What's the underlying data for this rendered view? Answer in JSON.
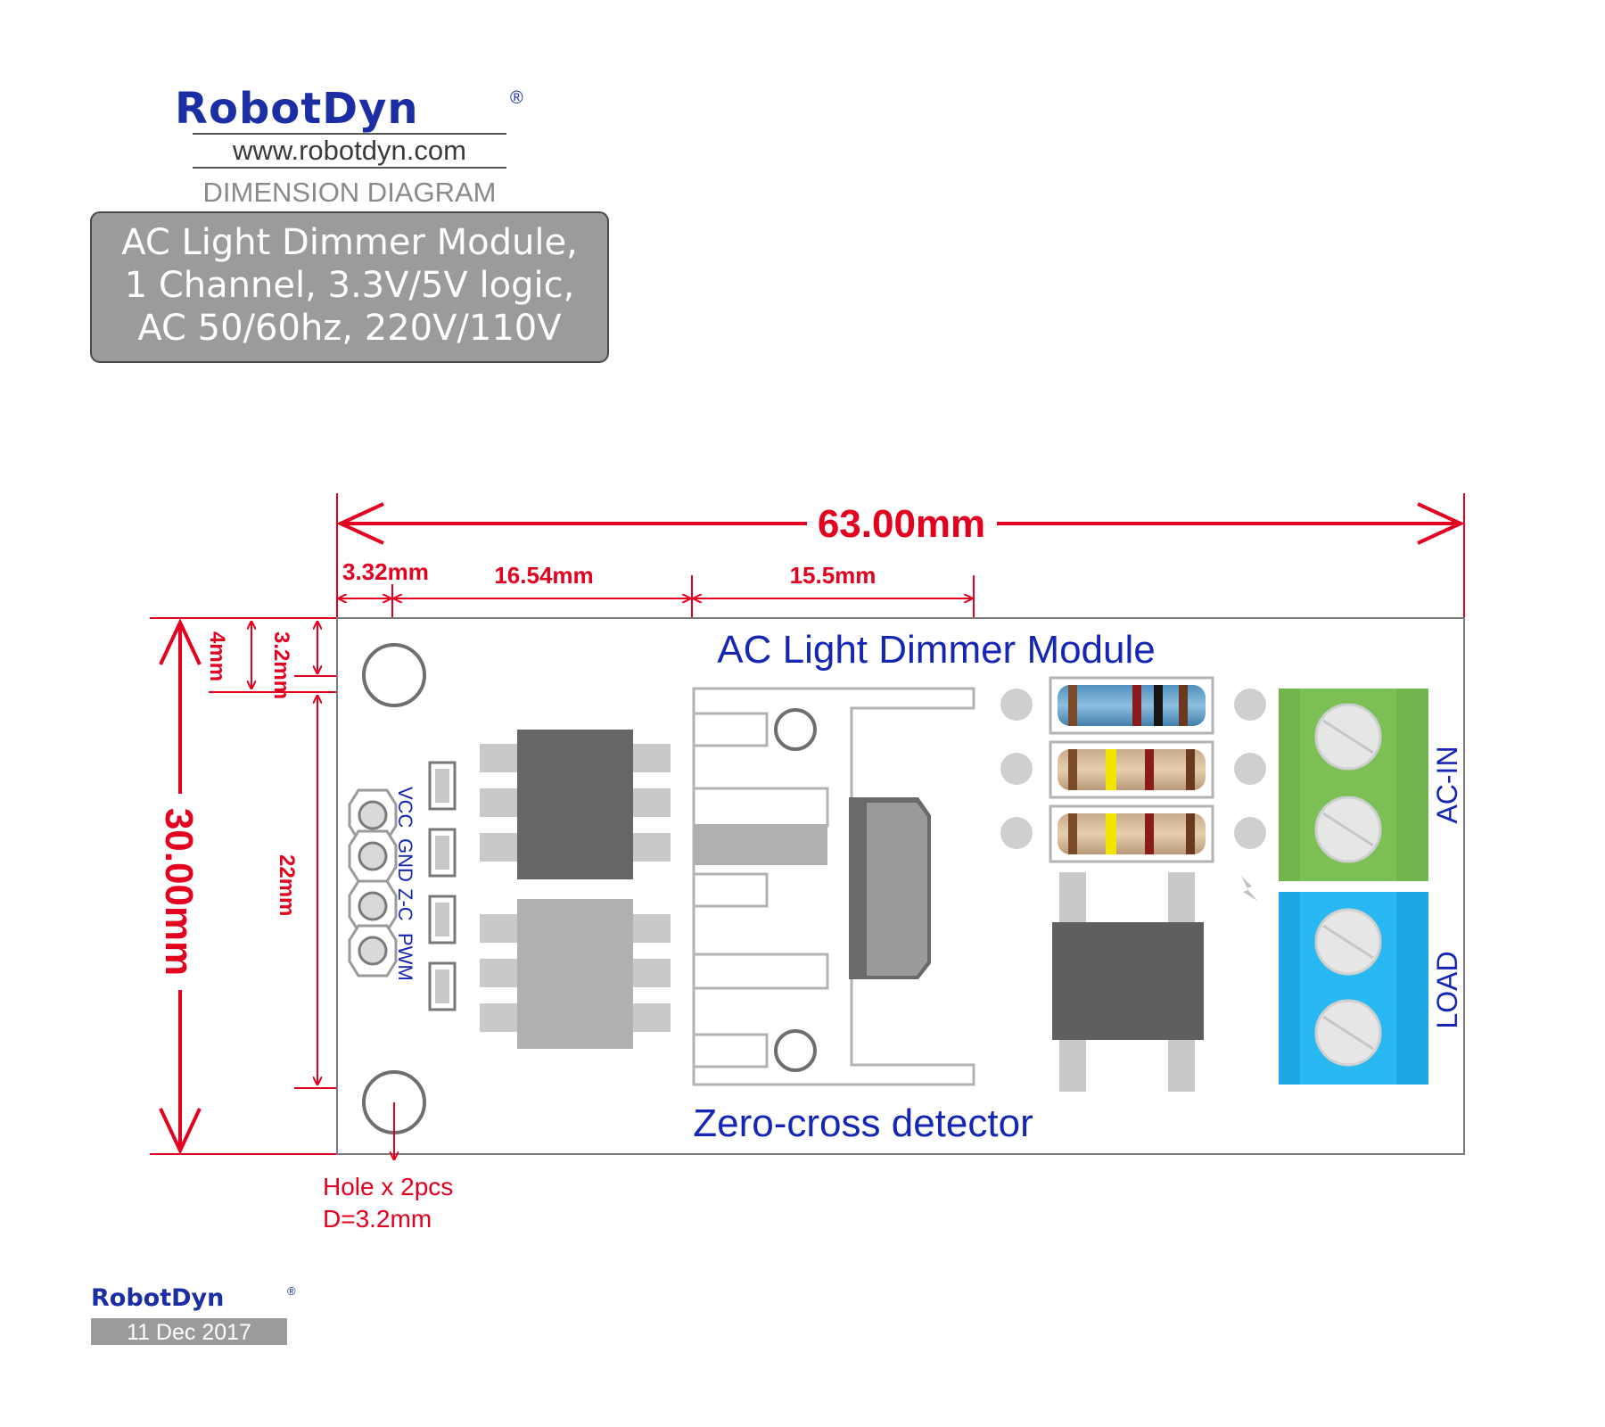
{
  "header": {
    "brand": "RobotDyn",
    "registered_mark": "®",
    "website": "www.robotdyn.com",
    "doc_type": "DIMENSION DIAGRAM",
    "product_lines": [
      "AC Light Dimmer Module,",
      "1 Channel, 3.3V/5V logic,",
      "AC 50/60hz, 220V/110V"
    ]
  },
  "dimensions": {
    "overall_width": "63.00mm",
    "overall_height": "30.00mm",
    "hole_offset_x": "3.32mm",
    "segment_1": "16.54mm",
    "segment_2": "15.5mm",
    "top_offset": "4mm",
    "hole_offset_y": "3.2mm",
    "hole_spacing": "22mm"
  },
  "board": {
    "top_title": "AC Light Dimmer Module",
    "bottom_title": "Zero-cross detector",
    "pin_labels": [
      "VCC",
      "GND",
      "Z-C",
      "PWM"
    ],
    "terminal_in": "AC-IN",
    "terminal_out": "LOAD"
  },
  "hole_note": {
    "line1": "Hole x 2pcs",
    "line2": "D=3.2mm"
  },
  "footer": {
    "brand": "RobotDyn",
    "registered_mark": "®",
    "date": "11 Dec 2017"
  },
  "colors": {
    "brand_blue": "#1b2ea3",
    "dimension_red": "#e4001f",
    "label_blue": "#1526b5",
    "terminal_green": "#72b44e",
    "terminal_blue": "#1eb0ee"
  }
}
